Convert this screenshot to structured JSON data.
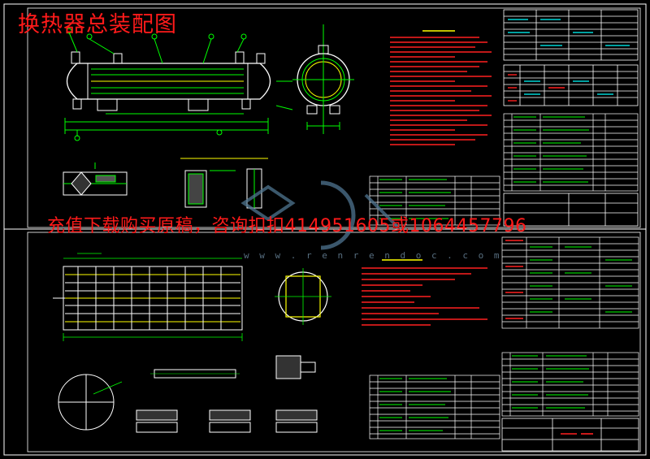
{
  "title": "换热器总装配图",
  "ad_text": "充值下载购买原稿，咨询扣扣414951605或1064457796",
  "watermark": "w w w . r e n r e n d o c . c o m",
  "colors": {
    "background": "#000000",
    "frame": "#ffffff",
    "drawing": "#00ff00",
    "notes": "#ff2020",
    "accent": "#ffff00",
    "table_text": "#00ffff",
    "watermark": "#5c7f9a"
  }
}
